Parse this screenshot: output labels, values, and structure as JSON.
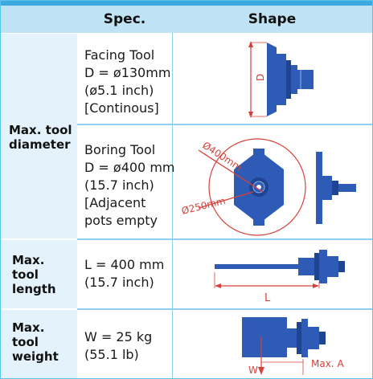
{
  "header": {
    "spec_label": "Spec.",
    "shape_label": "Shape"
  },
  "rows": {
    "diameter": {
      "label": [
        "Max. tool",
        "diameter"
      ],
      "facing": [
        "Facing Tool",
        "D = ø130mm",
        "(ø5.1 inch)",
        "[Continous]"
      ],
      "boring": [
        "Boring Tool",
        "D = ø400 mm",
        "(15.7 inch)",
        "[Adjacent",
        "pots empty"
      ]
    },
    "length": {
      "label": [
        "Max.",
        "tool",
        "length"
      ],
      "spec": [
        "L = 400 mm",
        "(15.7 inch)"
      ]
    },
    "weight": {
      "label": [
        "Max.",
        "tool",
        "weight"
      ],
      "spec": [
        "W = 25 kg",
        "(55.1 lb)"
      ]
    }
  },
  "diagrams": {
    "facing_dim": "D",
    "boring_outer": "Ø400mm",
    "boring_inner": "Ø250mm",
    "length_dim": "L",
    "weight_dim_w": "W",
    "weight_dim_max": "Max. A"
  },
  "colors": {
    "accent_bar": "#3da9df",
    "header_bg": "#bfe2f5",
    "label_col_bg": "#e3f2fb",
    "tool_blue": "#2d5bb5",
    "dimension_red": "#d8413a"
  }
}
